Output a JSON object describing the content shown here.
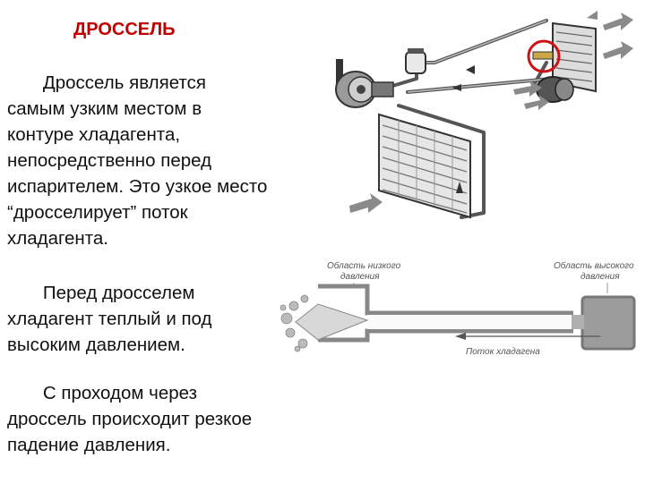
{
  "title": "ДРОССЕЛЬ",
  "paragraphs": [
    "       Дроссель является\nсамым узким местом в\nконтуре хладагента,\nнепосредственно перед\nиспарителем. Это узкое место\n“дросселирует” поток\nхладагента.",
    "       Перед дросселем\nхладагент теплый и под\nвысоким давлением.",
    "       С проходом через\nдроссель происходит резкое\nпадение давления."
  ],
  "diagram": {
    "low_pressure_label": [
      "Область низкого",
      "давления"
    ],
    "high_pressure_label": [
      "Область высокого",
      "давления"
    ],
    "flow_label": "Поток хладагена"
  },
  "colors": {
    "title": "#c00000",
    "highlight_circle": "#d01010",
    "metal": "#888888",
    "arrow": "#8a8a8a"
  }
}
